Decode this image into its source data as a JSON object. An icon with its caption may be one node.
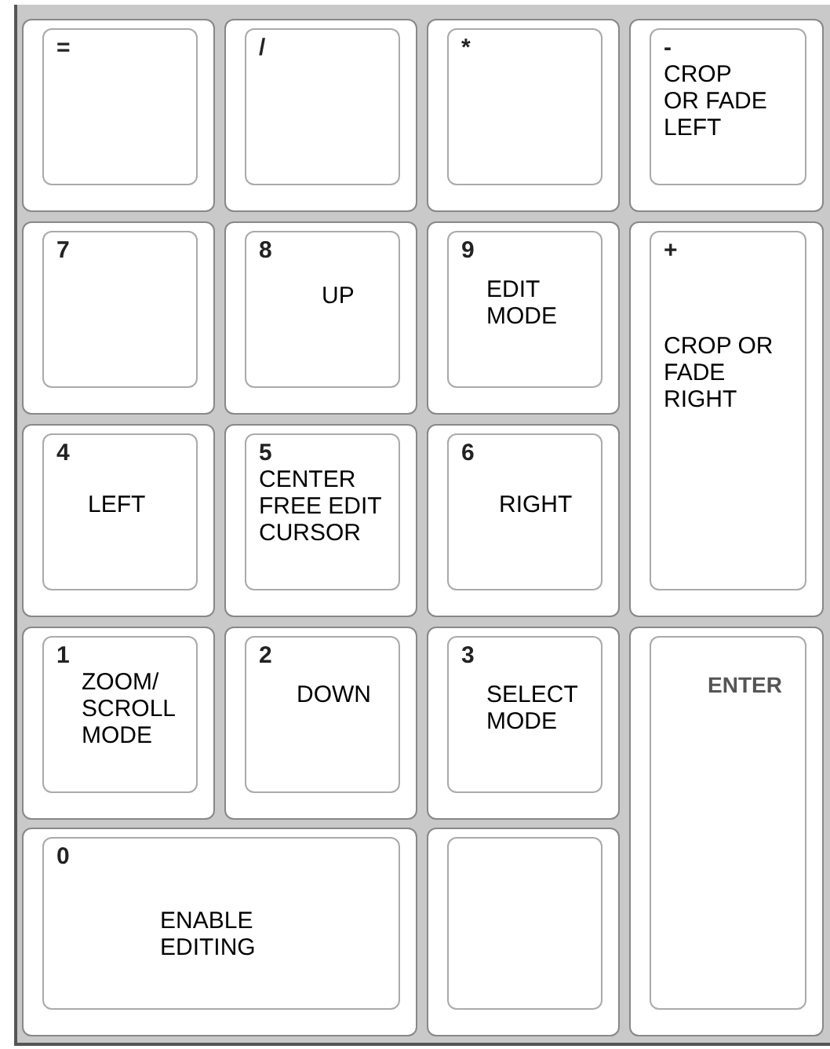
{
  "diagram": {
    "nodes": [
      {
        "text": [
          "="
        ]
      },
      {
        "text": [
          "/"
        ]
      },
      {
        "text": [
          "*"
        ]
      },
      {
        "text": [
          "-",
          "CROP OR FADE LEFT"
        ]
      },
      {
        "text": [
          "7"
        ]
      },
      {
        "text": [
          "8",
          "UP"
        ]
      },
      {
        "text": [
          "9",
          "EDIT MODE"
        ]
      },
      {
        "text": [
          "+",
          "CROP OR FADE RIGHT"
        ]
      },
      {
        "text": [
          "4",
          "LEFT"
        ]
      },
      {
        "text": [
          "5",
          "CENTER FREE EDIT CURSOR"
        ]
      },
      {
        "text": [
          "6",
          "RIGHT"
        ]
      },
      {
        "text": [
          "1",
          "ZOOM/ SCROLL MODE"
        ]
      },
      {
        "text": [
          "2",
          "DOWN"
        ]
      },
      {
        "text": [
          "3",
          "SELECT MODE"
        ]
      },
      {
        "text": [
          "ENTER"
        ]
      },
      {
        "text": [
          "0",
          "ENABLE EDITING"
        ]
      },
      {
        "text": [],
        "shape": "box"
      }
    ]
  }
}
